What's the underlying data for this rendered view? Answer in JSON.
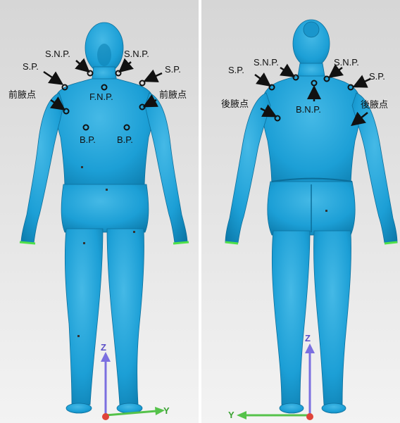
{
  "colors": {
    "background_top": "#dcdcdc",
    "background_bottom": "#f4f4f4",
    "body": "#1fa3d8",
    "body_dark": "#0e7cab",
    "body_light": "#4fc1ea",
    "marker": "#111111",
    "z_axis": "#7b6fe0",
    "y_axis": "#55c24a",
    "origin": "#e0443a"
  },
  "front_view": {
    "labels": {
      "snp_left": "S.N.P.",
      "snp_right": "S.N.P.",
      "sp_left": "S.P.",
      "sp_right": "S.P.",
      "fnp": "F.N.P.",
      "axilla_left": "前腋点",
      "axilla_right": "前腋点",
      "bp_left": "B.P.",
      "bp_right": "B.P."
    },
    "axes": {
      "z": "Z",
      "y": "Y"
    }
  },
  "back_view": {
    "labels": {
      "sp_left": "S.P.",
      "sp_right": "S.P.",
      "snp_left": "S.N.P.",
      "snp_right": "S.N.P.",
      "bnp": "B.N.P.",
      "axilla_left": "後腋点",
      "axilla_right": "後腋点"
    },
    "axes": {
      "z": "Z",
      "y": "Y"
    }
  }
}
